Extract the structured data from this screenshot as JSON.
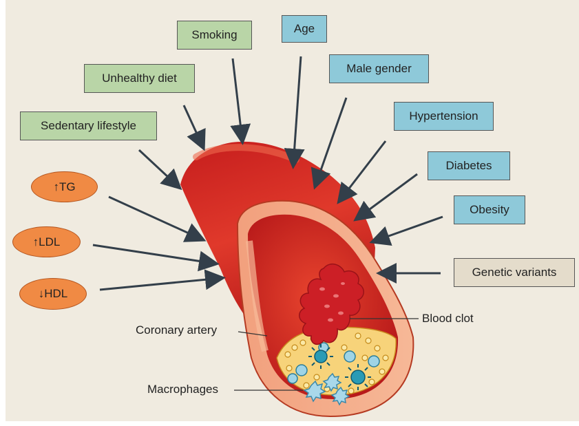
{
  "risk_factors": {
    "smoking": "Smoking",
    "age": "Age",
    "unhealthy_diet": "Unhealthy diet",
    "male_gender": "Male gender",
    "sedentary_lifestyle": "Sedentary lifestyle",
    "hypertension": "Hypertension",
    "diabetes": "Diabetes",
    "obesity": "Obesity",
    "genetic_variants": "Genetic variants"
  },
  "lipids": {
    "tg": "↑TG",
    "ldl": "↑LDL",
    "hdl": "↓HDL"
  },
  "labels": {
    "blood_clot": "Blood clot",
    "coronary_artery": "Coronary artery",
    "macrophages": "Macrophages"
  },
  "colors": {
    "lifestyle_box": "#b9d5a7",
    "clinical_box": "#8ec9d9",
    "genetic_box": "#e4dccb",
    "lipid_oval": "#f08a44",
    "artery": "#d8322a",
    "clot": "#cc1f26",
    "plaque": "#f7d37a",
    "macrophage_blue": "#2a9bb5",
    "background": "#f0ebe0"
  }
}
